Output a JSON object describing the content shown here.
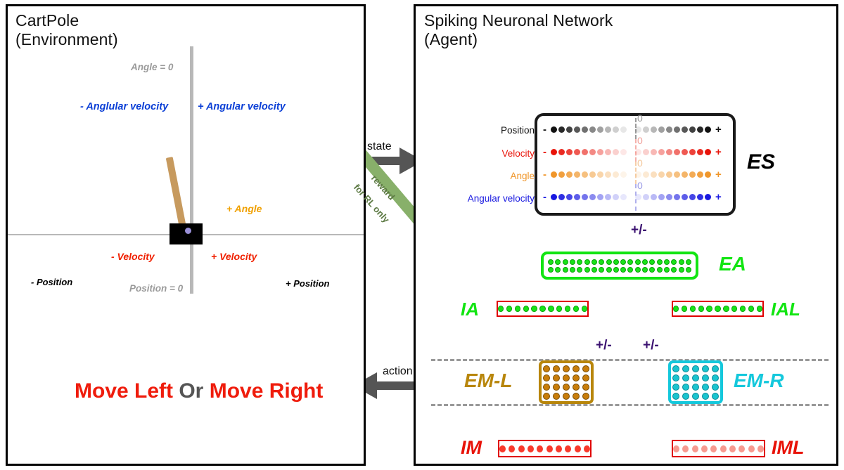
{
  "left_panel": {
    "title": "CartPole\n(Environment)",
    "angle_zero_label": "Angle = 0",
    "neg_angular_velocity": "- Anglular velocity",
    "pos_angular_velocity": "+ Angular velocity",
    "pos_angle": "+ Angle",
    "neg_velocity": "- Velocity",
    "pos_velocity": "+ Velocity",
    "neg_position": "- Position",
    "pos_position": "+ Position",
    "position_zero_label": "Position = 0",
    "action_text": {
      "move_left": "Move Left",
      "or": " Or ",
      "move_right": "Move Right"
    }
  },
  "right_panel": {
    "title": "Spiking Neuronal Network\n(Agent)"
  },
  "connectors": {
    "state_label": "state",
    "reward_label": "reward",
    "reward_sublabel": "for RL only",
    "action_label": "action",
    "plusminus_top": "+/-",
    "plusminus_left": "+/-",
    "plusminus_right": "+/-"
  },
  "es": {
    "tag": "ES",
    "zero_label": "0",
    "neg_sign": "-",
    "pos_sign": "+",
    "dots_per_row": 20,
    "rows": [
      {
        "label": "Position",
        "color": "#111111",
        "sign_color": "#111111"
      },
      {
        "label": "Velocity",
        "color": "#e81309",
        "sign_color": "#e81309"
      },
      {
        "label": "Angle",
        "color": "#f0962a",
        "sign_color": "#f0962a"
      },
      {
        "label": "Angular velocity",
        "color": "#1818e0",
        "sign_color": "#1818e0"
      }
    ]
  },
  "ea": {
    "tag": "EA",
    "tag_color": "#12e512",
    "rows": 2,
    "cols": 20,
    "dot_color": "#19e219",
    "border_color": "#12e512"
  },
  "ia": {
    "tag": "IA",
    "tag_color": "#12e512",
    "dots": 11,
    "dot_color": "#19e219",
    "border_color": "#e00000"
  },
  "ial": {
    "tag": "IAL",
    "tag_color": "#12e512",
    "dots": 11,
    "dot_color": "#19e219",
    "border_color": "#e00000"
  },
  "em_l": {
    "tag": "EM-L",
    "tag_color": "#b8860b",
    "rows": 4,
    "cols": 5,
    "dot_color": "#c87d0a",
    "dot_border": "#7a4e05",
    "border_color": "#b8860b"
  },
  "em_r": {
    "tag": "EM-R",
    "tag_color": "#14c8dc",
    "rows": 4,
    "cols": 5,
    "dot_color": "#1ac4cf",
    "dot_border": "#0b8a96",
    "border_color": "#14c8dc"
  },
  "im": {
    "tag": "IM",
    "tag_color": "#e81309",
    "dots": 10,
    "dot_color": "#f83a2c",
    "border_color": "#e00000"
  },
  "iml": {
    "tag": "IML",
    "tag_color": "#e81309",
    "dots": 10,
    "dot_color": "#f79a90",
    "border_color": "#e00000"
  },
  "colors": {
    "arrow_gray": "#7a7a7a",
    "arrow_pink": "#f79189",
    "arrow_dark": "#555555",
    "arrow_green": "#88b06a",
    "red": "#ef1c0c",
    "blue": "#0b3fd6",
    "orange": "#f0a000"
  }
}
